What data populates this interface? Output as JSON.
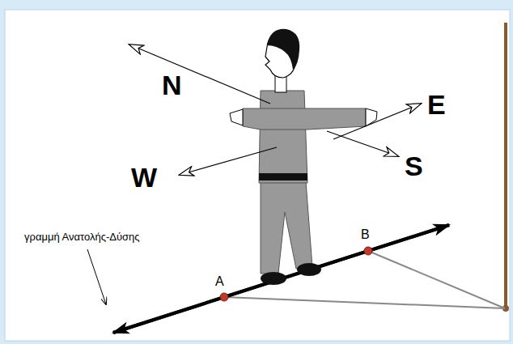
{
  "diagram": {
    "labels": [
      "N",
      "E",
      "S",
      "W",
      "A",
      "B",
      "γραμμή Ανατολής-Δύσης"
    ]
  }
}
